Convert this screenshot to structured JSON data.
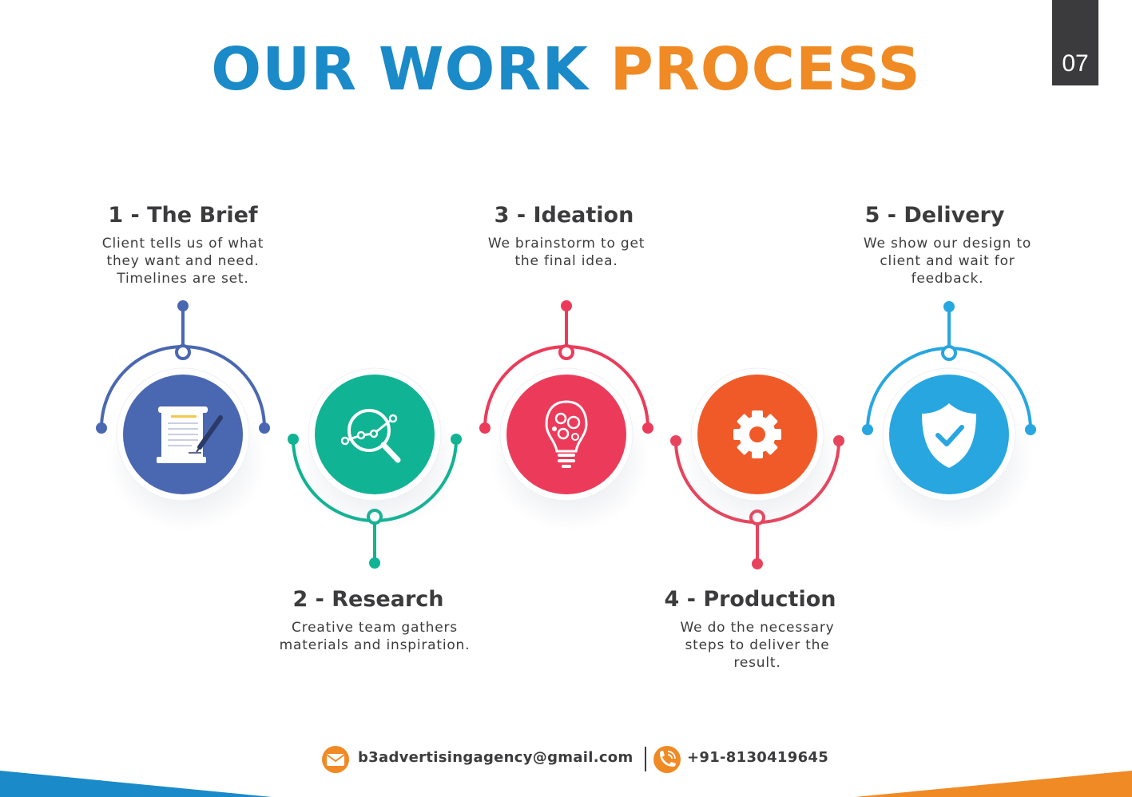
{
  "page_number": "07",
  "title": {
    "part1": "OUR WORK",
    "part2": "PROCESS"
  },
  "colors": {
    "title_blue": "#1a8ac8",
    "title_orange": "#f08a24",
    "footer_blue": "#1a8ac8",
    "footer_orange": "#f08a24"
  },
  "steps": [
    {
      "title": "1 - The Brief",
      "desc": [
        "Client tells us of what",
        "they want and need.",
        "Timelines are set."
      ],
      "icon": "document-pen-icon",
      "color": "#4a67b1"
    },
    {
      "title": "2 - Research",
      "desc": [
        "Creative team gathers",
        "materials and inspiration."
      ],
      "icon": "magnifier-chart-icon",
      "color": "#10b393"
    },
    {
      "title": "3 - Ideation",
      "desc": [
        "We brainstorm to get",
        "the final idea."
      ],
      "icon": "lightbulb-gears-icon",
      "color": "#ec3b5a"
    },
    {
      "title": "4 - Production",
      "desc": [
        "We do the necessary",
        "steps to deliver the",
        "result."
      ],
      "icon": "gear-icon",
      "color": "#f05a28",
      "arc_color": "#e8435c"
    },
    {
      "title": "5 - Delivery",
      "desc": [
        "We show our design to",
        "client and wait for",
        "feedback."
      ],
      "icon": "shield-check-icon",
      "color": "#27a6e0"
    }
  ],
  "footer": {
    "email": "b3advertisingagency@gmail.com",
    "phone": "+91-8130419645",
    "email_icon": "envelope-icon",
    "phone_icon": "phone-icon"
  }
}
